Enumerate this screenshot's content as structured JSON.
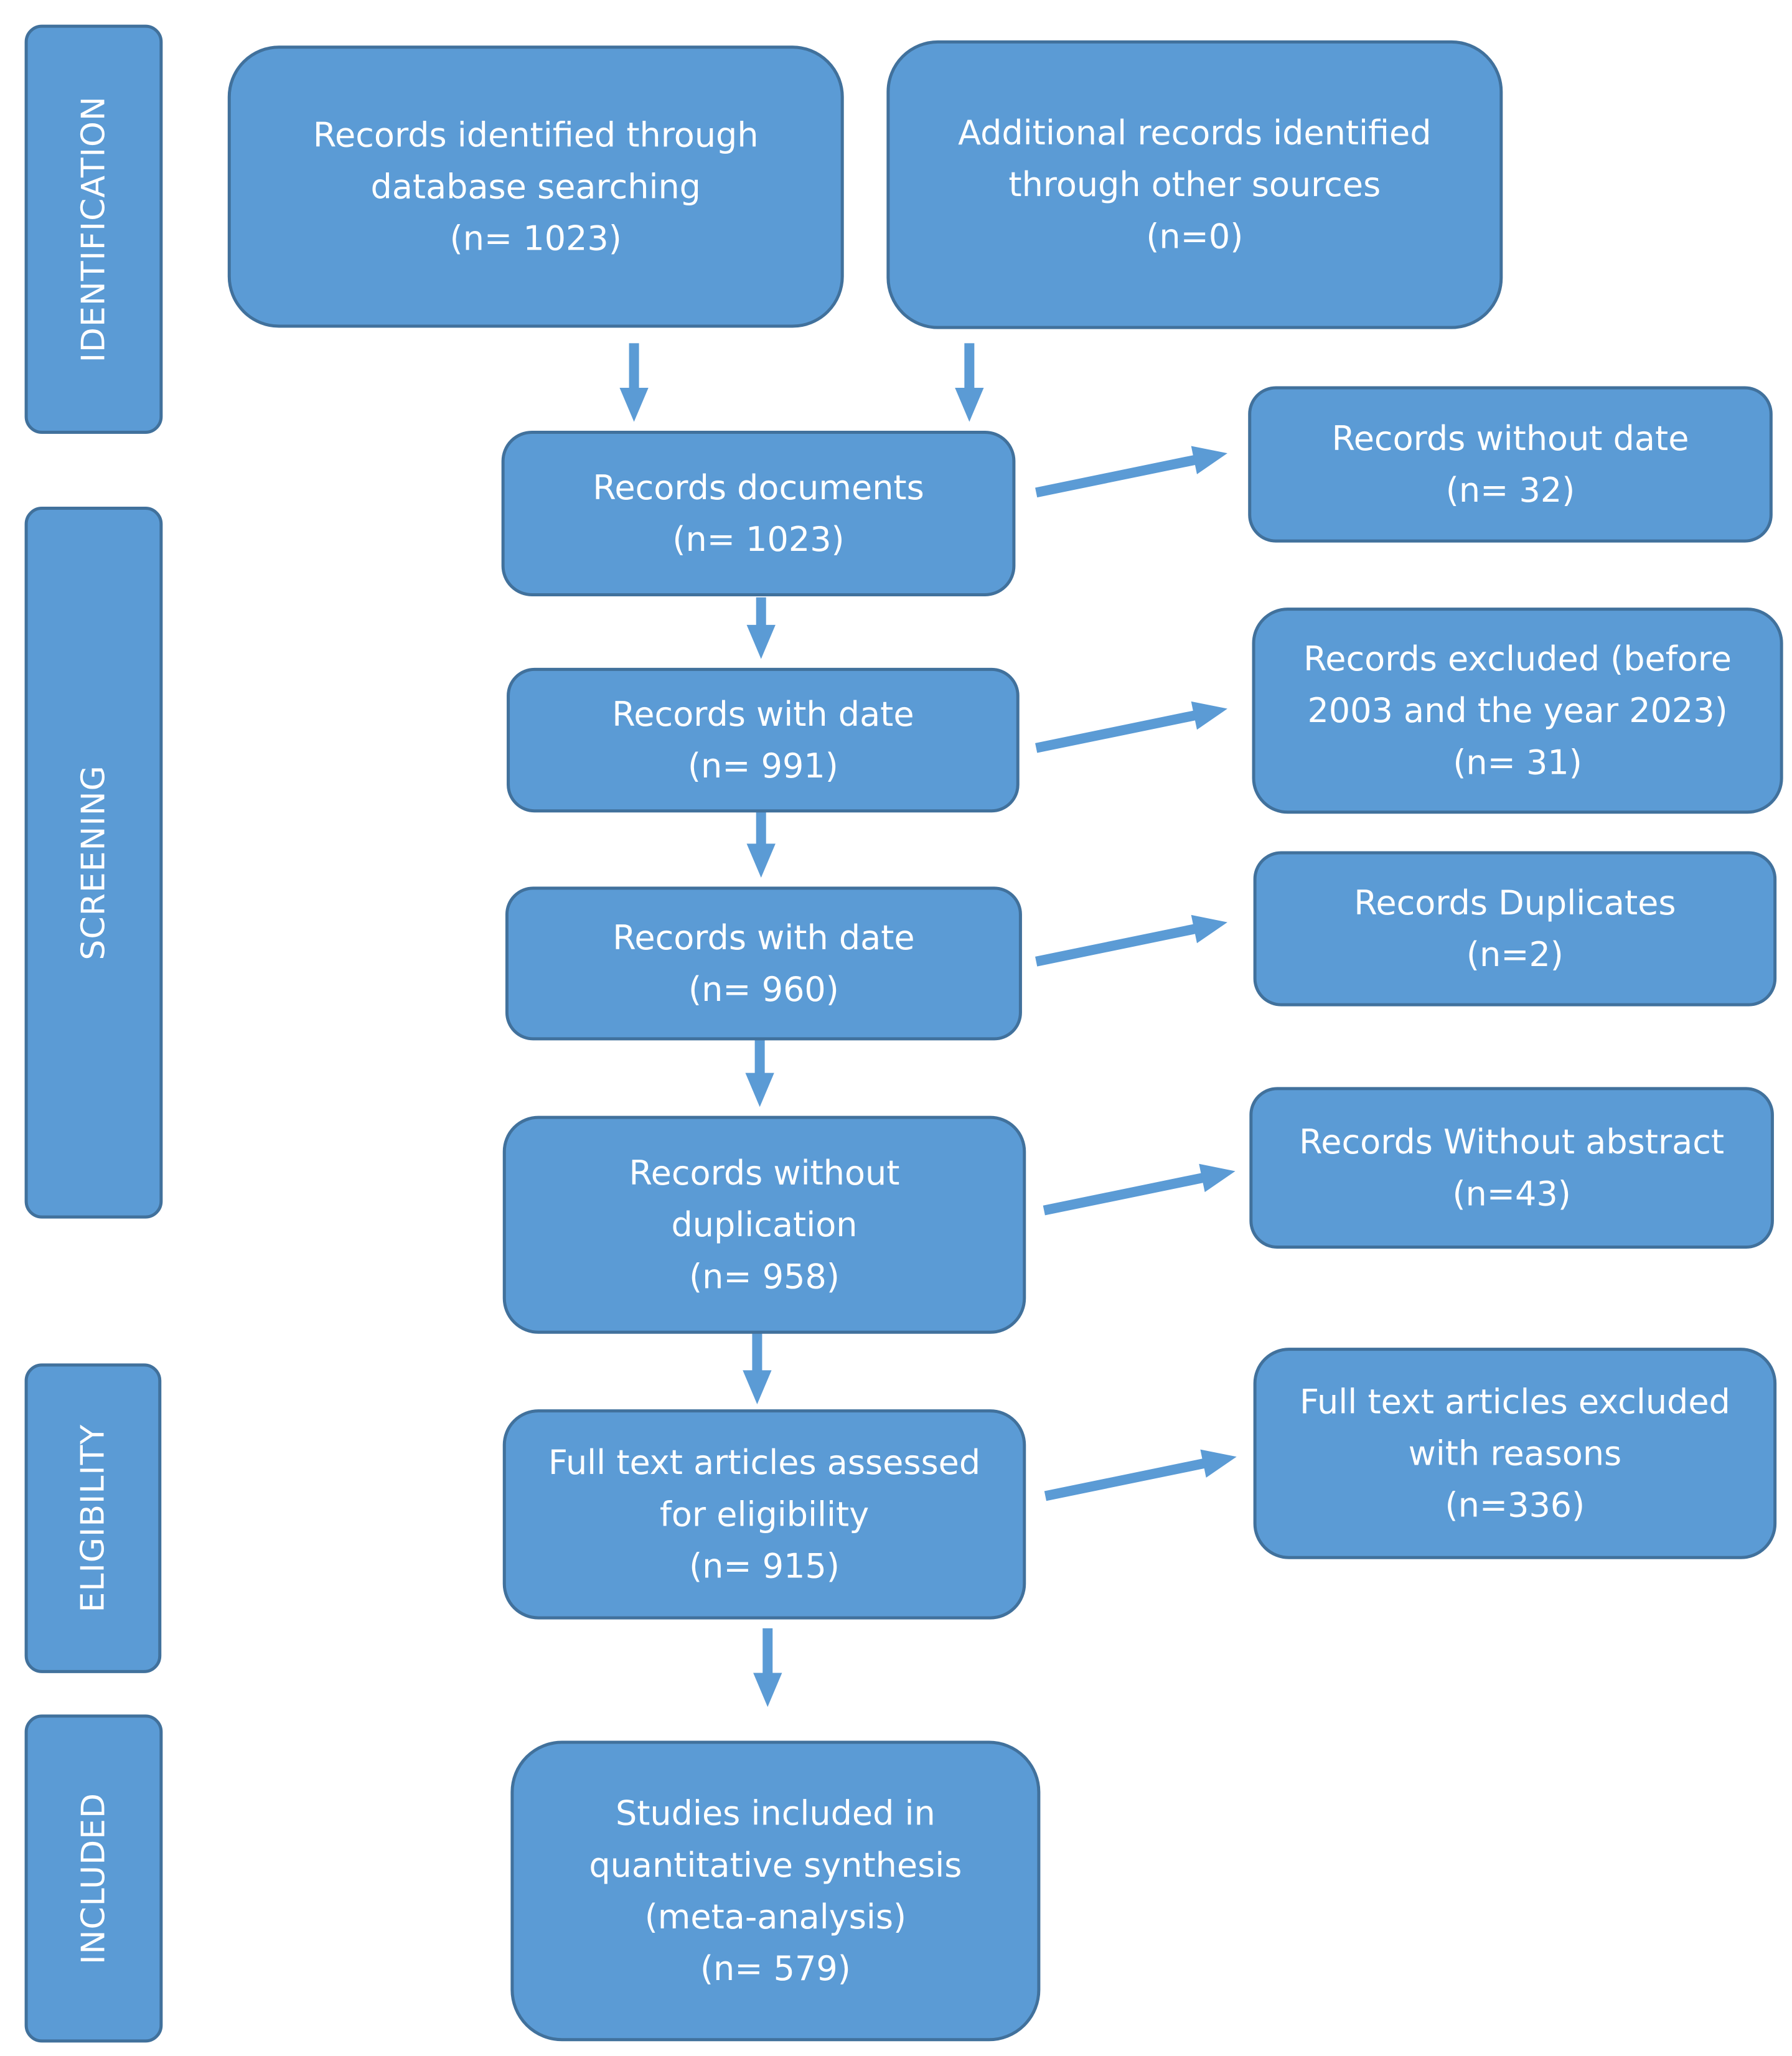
{
  "diagram": {
    "phases": [
      {
        "id": "identification",
        "label": "IDENTIFICATION"
      },
      {
        "id": "screening",
        "label": "SCREENING"
      },
      {
        "id": "eligibility",
        "label": "ELIGIBILITY"
      },
      {
        "id": "included",
        "label": "INCLUDED"
      }
    ],
    "nodes": [
      {
        "id": "database-search",
        "lines": [
          "Records identified through",
          "database searching",
          "(n= 1023)"
        ]
      },
      {
        "id": "other-sources",
        "lines": [
          "Additional records identified",
          "through other sources",
          "(n=0)"
        ]
      },
      {
        "id": "records-documents",
        "lines": [
          "Records documents",
          "(n= 1023)"
        ]
      },
      {
        "id": "without-date",
        "lines": [
          "Records without date",
          "(n= 32)"
        ]
      },
      {
        "id": "with-date-991",
        "lines": [
          "Records with date",
          "(n= 991)"
        ]
      },
      {
        "id": "excluded-years",
        "lines": [
          "Records excluded (before",
          "2003 and the year 2023)",
          "(n= 31)"
        ]
      },
      {
        "id": "with-date-960",
        "lines": [
          "Records with date",
          "(n= 960)"
        ]
      },
      {
        "id": "duplicates",
        "lines": [
          "Records Duplicates",
          "(n=2)"
        ]
      },
      {
        "id": "without-duplication",
        "lines": [
          "Records without",
          "duplication",
          "(n= 958)"
        ]
      },
      {
        "id": "without-abstract",
        "lines": [
          "Records Without abstract",
          "(n=43)"
        ]
      },
      {
        "id": "full-text-assessed",
        "lines": [
          "Full text articles assessed",
          "for eligibility",
          "(n= 915)"
        ]
      },
      {
        "id": "full-text-excluded",
        "lines": [
          "Full text articles excluded",
          "with reasons",
          "(n=336)"
        ]
      },
      {
        "id": "studies-included",
        "lines": [
          "Studies included in",
          "quantitative synthesis",
          "(meta-analysis)",
          "(n= 579)"
        ]
      }
    ],
    "edges": [
      {
        "from": "database-search",
        "to": "records-documents"
      },
      {
        "from": "other-sources",
        "to": "records-documents"
      },
      {
        "from": "records-documents",
        "to": "without-date"
      },
      {
        "from": "records-documents",
        "to": "with-date-991"
      },
      {
        "from": "with-date-991",
        "to": "excluded-years"
      },
      {
        "from": "with-date-991",
        "to": "with-date-960"
      },
      {
        "from": "with-date-960",
        "to": "duplicates"
      },
      {
        "from": "with-date-960",
        "to": "without-duplication"
      },
      {
        "from": "without-duplication",
        "to": "without-abstract"
      },
      {
        "from": "without-duplication",
        "to": "full-text-assessed"
      },
      {
        "from": "full-text-assessed",
        "to": "full-text-excluded"
      },
      {
        "from": "full-text-assessed",
        "to": "studies-included"
      }
    ],
    "colors": {
      "box_fill": "#5b9bd5",
      "box_border": "#41719c",
      "text": "#ffffff",
      "arrow": "#5b9bd5"
    }
  }
}
